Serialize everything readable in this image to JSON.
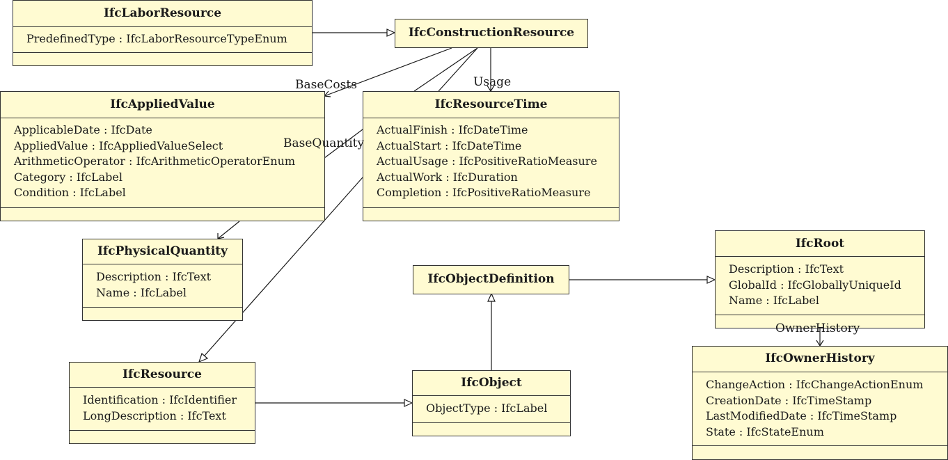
{
  "classes": {
    "labor_resource": {
      "name": "IfcLaborResource",
      "attributes": [
        "PredefinedType : IfcLaborResourceTypeEnum"
      ]
    },
    "construction_resource": {
      "name": "IfcConstructionResource",
      "attributes": []
    },
    "applied_value": {
      "name": "IfcAppliedValue",
      "attributes": [
        "ApplicableDate : IfcDate",
        "AppliedValue : IfcAppliedValueSelect",
        "ArithmeticOperator : IfcArithmeticOperatorEnum",
        "Category : IfcLabel",
        "Condition : IfcLabel"
      ]
    },
    "resource_time": {
      "name": "IfcResourceTime",
      "attributes": [
        "ActualFinish : IfcDateTime",
        "ActualStart : IfcDateTime",
        "ActualUsage : IfcPositiveRatioMeasure",
        "ActualWork : IfcDuration",
        "Completion : IfcPositiveRatioMeasure"
      ]
    },
    "physical_quantity": {
      "name": "IfcPhysicalQuantity",
      "attributes": [
        "Description : IfcText",
        "Name : IfcLabel"
      ]
    },
    "object_definition": {
      "name": "IfcObjectDefinition",
      "attributes": []
    },
    "root": {
      "name": "IfcRoot",
      "attributes": [
        "Description : IfcText",
        "GlobalId : IfcGloballyUniqueId",
        "Name : IfcLabel"
      ]
    },
    "resource": {
      "name": "IfcResource",
      "attributes": [
        "Identification : IfcIdentifier",
        "LongDescription : IfcText"
      ]
    },
    "object": {
      "name": "IfcObject",
      "attributes": [
        "ObjectType : IfcLabel"
      ]
    },
    "owner_history": {
      "name": "IfcOwnerHistory",
      "attributes": [
        "ChangeAction : IfcChangeActionEnum",
        "CreationDate : IfcTimeStamp",
        "LastModifiedDate : IfcTimeStamp",
        "State : IfcStateEnum"
      ]
    }
  },
  "associations": {
    "base_costs": "BaseCosts",
    "usage": "Usage",
    "base_quantity": "BaseQuantity",
    "owner_history": "OwnerHistory"
  }
}
